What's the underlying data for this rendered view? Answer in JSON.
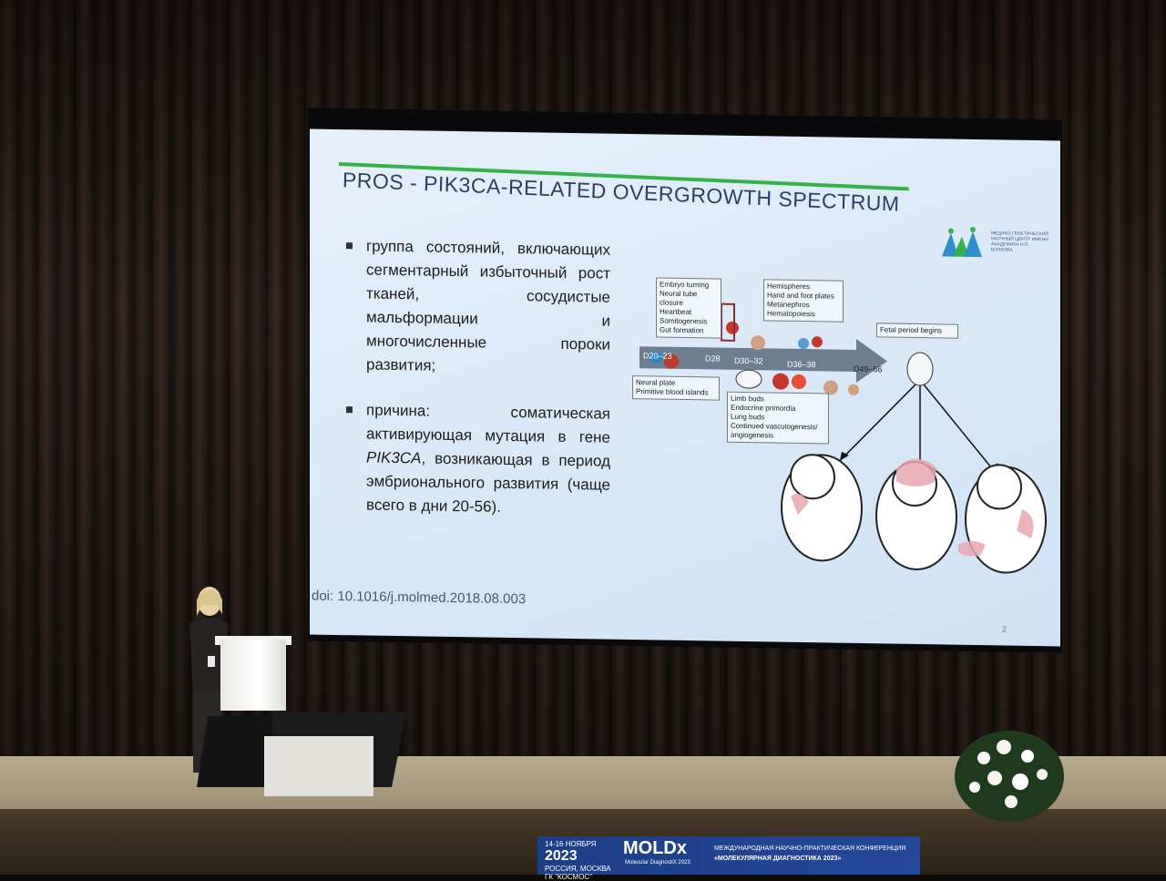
{
  "slide": {
    "title": "PROS - PIK3CA-RELATED OVERGROWTH SPECTRUM",
    "bullet1": "группа состояний, включающих сегментарный избыточный рост тканей, сосудистые мальформации и многочисленные пороки развития;",
    "bullet2_before": "причина: соматическая активирующая мутация в гене ",
    "bullet2_gene": "PIK3CA",
    "bullet2_after": ", возникающая в период эмбрионального развития (чаще всего в дни 20-56).",
    "doi": "doi: 10.1016/j.molmed.2018.08.003",
    "page_number": "2",
    "logo_text": "МЕДИКО-ГЕНЕТИЧЕСКИЙ НАУЧНЫЙ ЦЕНТР ИМЕНИ АКАДЕМИКА Н.П. БОЧКОВА",
    "accent_color": "#35b34a"
  },
  "timeline": {
    "stages": [
      "D20–23",
      "D28",
      "D30–32",
      "D36–38",
      "D49–56"
    ],
    "box_top_left": "Embryo turning\nNeural tube closure\nHeartbeat\nSomitogenesis\nGut formation",
    "box_top_right": "Hemispheres\nHand and foot plates\nMetanephros\nHematopoiesis",
    "box_bottom_left": "Neural plate\nPrimitive blood islands",
    "box_bottom_mid": "Limb buds\nEndocrine primordia\nLung buds\nContinued vasculogenesis/\nangiogenesis",
    "fetal_label": "Fetal period begins"
  },
  "banner": {
    "dates": "14-16",
    "month": "НОЯБРЯ",
    "year": "2023",
    "location": "РОССИЯ, МОСКВА ГК \"КОСМОС\"",
    "logo": "MOLDx",
    "logo_sub": "Molecular DiagnostiX 2023",
    "conference_line1": "МЕЖДУНАРОДНАЯ НАУЧНО-ПРАКТИЧЕСКАЯ КОНФЕРЕНЦИЯ",
    "conference_line2": "«МОЛЕКУЛЯРНАЯ ДИАГНОСТИКА 2023»"
  }
}
